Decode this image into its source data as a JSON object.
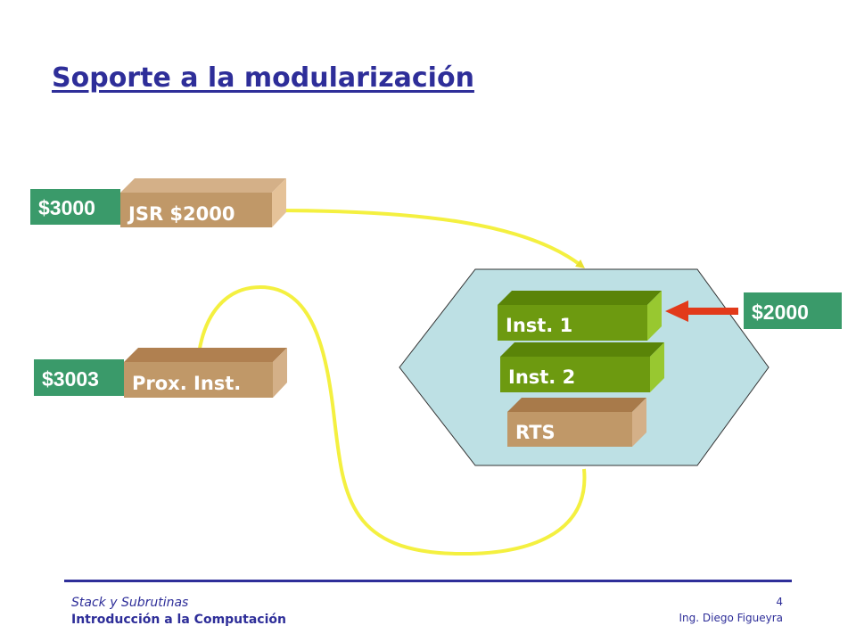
{
  "title": "Soporte a la modularización",
  "main_program": {
    "call_address": "$3000",
    "call_instruction": "JSR $2000",
    "return_address": "$3003",
    "next_instruction": "Prox. Inst."
  },
  "subroutine": {
    "entry_address": "$2000",
    "instructions": [
      "Inst. 1",
      "Inst. 2",
      "RTS"
    ]
  },
  "colors": {
    "title": "#2e2e99",
    "address_box": "#3a9a6a",
    "main_block": "#c09868",
    "sub_block": "#6d9a10",
    "hexagon": "#bde0e4",
    "flow_arrow": "#f4f040",
    "pointer_arrow": "#e23a1a"
  },
  "footer": {
    "topic": "Stack y Subrutinas",
    "course": "Introducción a la Computación",
    "page": "4",
    "author": "Ing. Diego Figueyra"
  }
}
